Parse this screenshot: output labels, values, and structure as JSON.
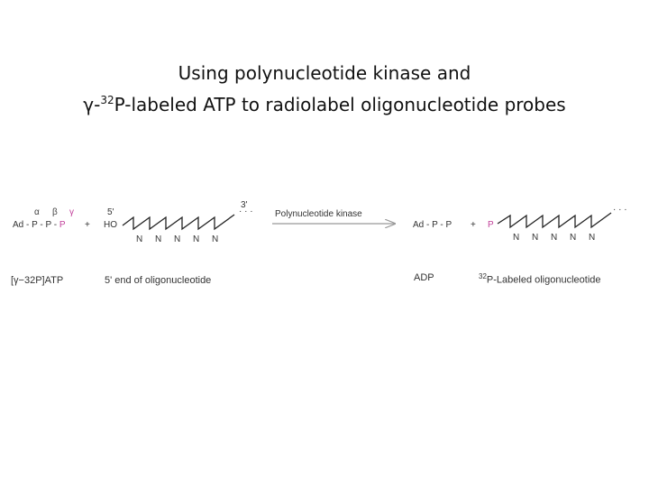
{
  "title": {
    "line1": "Using polynucleotide kinase and",
    "gamma": "γ",
    "dash": "-",
    "superscript": "32",
    "line2_rest": "P-labeled ATP to radiolabel oligonucleotide probes"
  },
  "reactant_atp": {
    "alpha": "α",
    "beta": "β",
    "gamma": "γ",
    "formula_left": "Ad - P - P - ",
    "formula_p": "P",
    "plus": "+",
    "caption": "[γ−32P]ATP"
  },
  "oligo_left": {
    "five_prime": "5'",
    "hydroxyl": "HO",
    "three_prime": "3'",
    "dots": "· · ·",
    "bases": [
      "N",
      "N",
      "N",
      "N",
      "N"
    ],
    "caption": "5' end of oligonucleotide"
  },
  "arrow": {
    "label": "Polynucleotide kinase"
  },
  "product_adp": {
    "formula": "Ad - P - P",
    "plus": "+",
    "p_label": "P",
    "caption": "ADP"
  },
  "oligo_right": {
    "dots": "· · ·",
    "bases": [
      "N",
      "N",
      "N",
      "N",
      "N"
    ],
    "caption_sup": "32",
    "caption_rest": "P-Labeled oligonucleotide"
  },
  "colors": {
    "label_pink": "#c2429b",
    "arrow_gray": "#999999"
  }
}
